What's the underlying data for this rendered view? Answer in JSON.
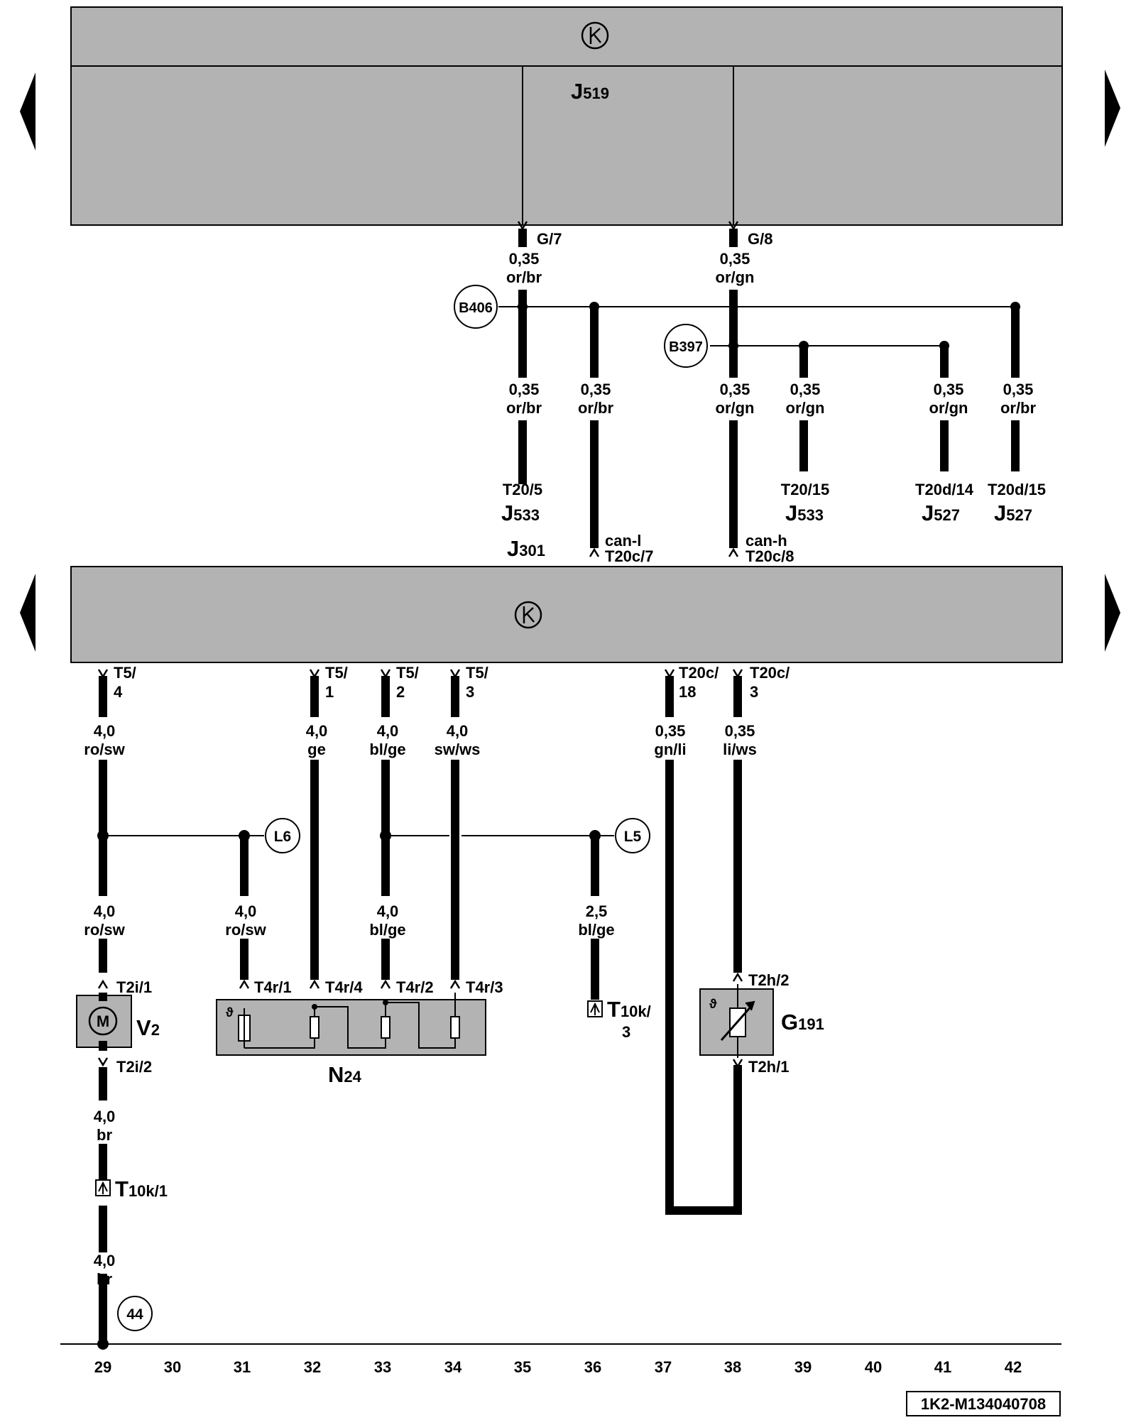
{
  "diagram": {
    "top_module": {
      "label_main": "J",
      "label_sub": "519"
    },
    "gateway_module": {
      "label_main": "J",
      "label_sub": "301"
    },
    "pins": {
      "g7": "G/7",
      "g8": "G/8",
      "t20c7": "T20c/7",
      "t20c8": "T20c/8",
      "can_l": "can-l",
      "can_h": "can-h",
      "t20_5": "T20/5",
      "t20_15": "T20/15",
      "t20d_14": "T20d/14",
      "t20d_15": "T20d/15",
      "t5": "T5/",
      "t5_4": "4",
      "t5_1": "1",
      "t5_2": "2",
      "t5_3": "3",
      "t20c": "T20c/",
      "t20c_18": "18",
      "t20c_3": "3",
      "t2i_1": "T2i/1",
      "t2i_2": "T2i/2",
      "t4r_1": "T4r/1",
      "t4r_4": "T4r/4",
      "t4r_2": "T4r/2",
      "t4r_3": "T4r/3",
      "t2h_2": "T2h/2",
      "t2h_1": "T2h/1"
    },
    "wires": {
      "s035": "0,35",
      "s40": "4,0",
      "s25": "2,5",
      "or_br": "or/br",
      "or_gn": "or/gn",
      "ro_sw": "ro/sw",
      "ge": "ge",
      "bl_ge": "bl/ge",
      "sw_ws": "sw/ws",
      "gn_li": "gn/li",
      "li_ws": "li/ws",
      "br": "br"
    },
    "connections": {
      "b406": "B406",
      "b397": "B397",
      "l6": "L6",
      "l5": "L5",
      "g44": "44"
    },
    "components": {
      "j533": {
        "main": "J",
        "sub": "533"
      },
      "j527": {
        "main": "J",
        "sub": "527"
      },
      "v2": {
        "main": "V",
        "sub": "2"
      },
      "n24": {
        "main": "N",
        "sub": "24"
      },
      "g191": {
        "main": "G",
        "sub": "191"
      },
      "motor_symbol": "M",
      "theta_symbol": "ϑ",
      "t10k1": {
        "main": "T",
        "sub": "10k/1"
      },
      "t10k3": {
        "main": "T",
        "sub": "10k/",
        "sub2": "3"
      }
    },
    "scale_numbers": [
      "29",
      "30",
      "31",
      "32",
      "33",
      "34",
      "35",
      "36",
      "37",
      "38",
      "39",
      "40",
      "41",
      "42"
    ],
    "reference_code": "1K2-M134040708"
  }
}
